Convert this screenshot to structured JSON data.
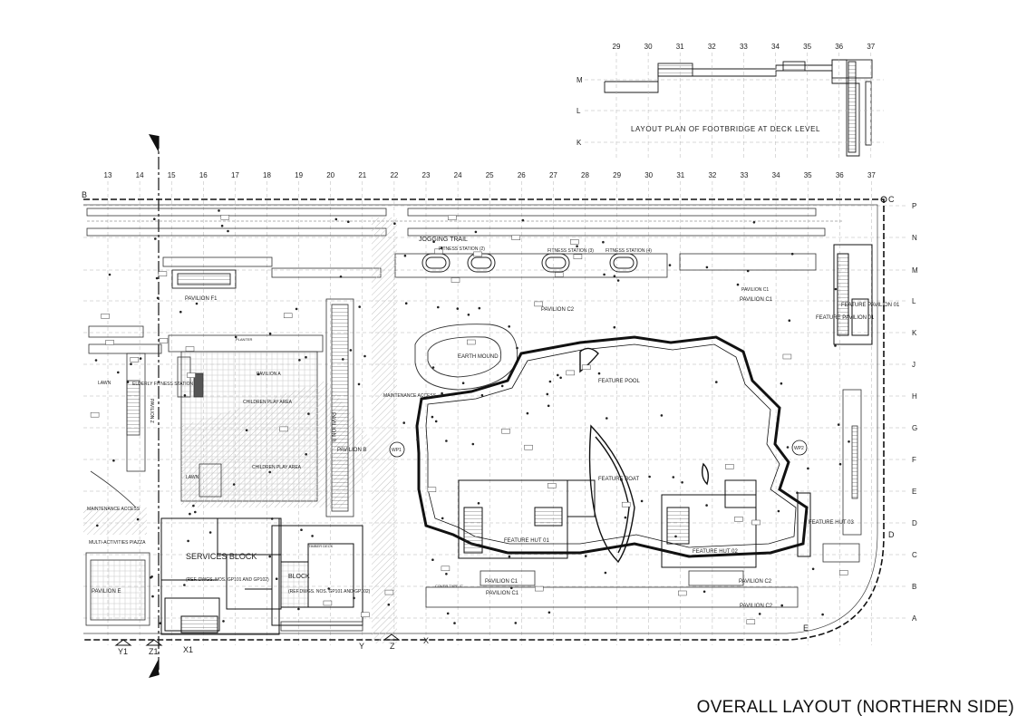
{
  "drawing": {
    "title": "OVERALL LAYOUT (NORTHERN SIDE)",
    "footbridge_title": "LAYOUT PLAN OF FOOTBRIDGE AT DECK LEVEL"
  },
  "grid": {
    "columns_main": [
      "13",
      "14",
      "15",
      "16",
      "17",
      "18",
      "19",
      "20",
      "21",
      "22",
      "23",
      "24",
      "25",
      "26",
      "27",
      "28",
      "29",
      "30",
      "31",
      "32",
      "33",
      "34",
      "35",
      "36",
      "37"
    ],
    "columns_footbridge": [
      "29",
      "30",
      "31",
      "32",
      "33",
      "34",
      "35",
      "36",
      "37"
    ],
    "rows_main": [
      "P",
      "N",
      "M",
      "L",
      "K",
      "J",
      "H",
      "G",
      "F",
      "E",
      "D",
      "C",
      "B",
      "A"
    ],
    "rows_footbridge": [
      "M",
      "L",
      "K"
    ],
    "markers": [
      "B",
      "C",
      "D",
      "E",
      "Y1",
      "Z1",
      "X1",
      "Y",
      "Z",
      "X"
    ]
  },
  "labels": {
    "jogging_trail": "JOGGING TRAIL",
    "fitness_2": "FITNESS STATION (2)",
    "fitness_3": "FITNESS STATION (3)",
    "fitness_4": "FITNESS STATION (4)",
    "pavilion_f1": "PAVILION F1",
    "pavilion_a": "PAVILION A",
    "pavilion_b": "PAVILION B",
    "pavilion_b_v": "PAVILION B",
    "pavilion_c1_top": "PAVILION C1",
    "pavilion_c1_mid": "PAVILION C1",
    "pavilion_c2_top": "PAVILION C2",
    "pavilion_c1_bottom": "PAVILION C1",
    "pavilion_c1_bottom2": "PAVILION C1",
    "pavilion_c2_bottom": "PAVILION C2",
    "pavilion_c2_bottom2": "PAVILION C2",
    "pavilion_e": "PAVILION E",
    "pavilion_z": "PAVILION Z",
    "feature_pavilion_01": "FEATURE PAVILION 01",
    "feature_pavilion_01b": "FEATURE PAVILION 01",
    "earth_mound": "EARTH MOUND",
    "feature_pool": "FEATURE POOL",
    "feature_boat": "FEATURE BOAT",
    "feature_hut_01": "FEATURE HUT 01",
    "feature_hut_02": "FEATURE HUT 02",
    "feature_hut_03": "FEATURE HUT 03",
    "children_play_1": "CHILDREN PLAY AREA",
    "children_play_2": "CHILDREN PLAY AREA",
    "elderly_fitness": "ELDERLY FITNESS STATION",
    "lawn_1": "LAWN",
    "lawn_2": "LAWN",
    "maintenance_access_1": "MAINTENANCE ACCESS",
    "maintenance_access_2": "MAINTENANCE ACCESS",
    "multi_activities": "MULTI-ACTIVITIES PIAZZA",
    "services_block": "SERVICES BLOCK",
    "services_ref": "(REF. DWGS. NOS. GP101 AND GP102)",
    "block_ref": "(REF.DWGS. NOS. GP101 AND GP102)",
    "block": "BLOCK",
    "planter": "PLANTER",
    "wp1": "WP1",
    "wp2": "WP2",
    "timber_deck": "TIMBER DECK",
    "cover_type": "COVER TYPE 'C'"
  },
  "colors": {
    "line": "#1a1a1a",
    "grid": "#b5b5b5",
    "hatch": "#c9c9c9"
  }
}
